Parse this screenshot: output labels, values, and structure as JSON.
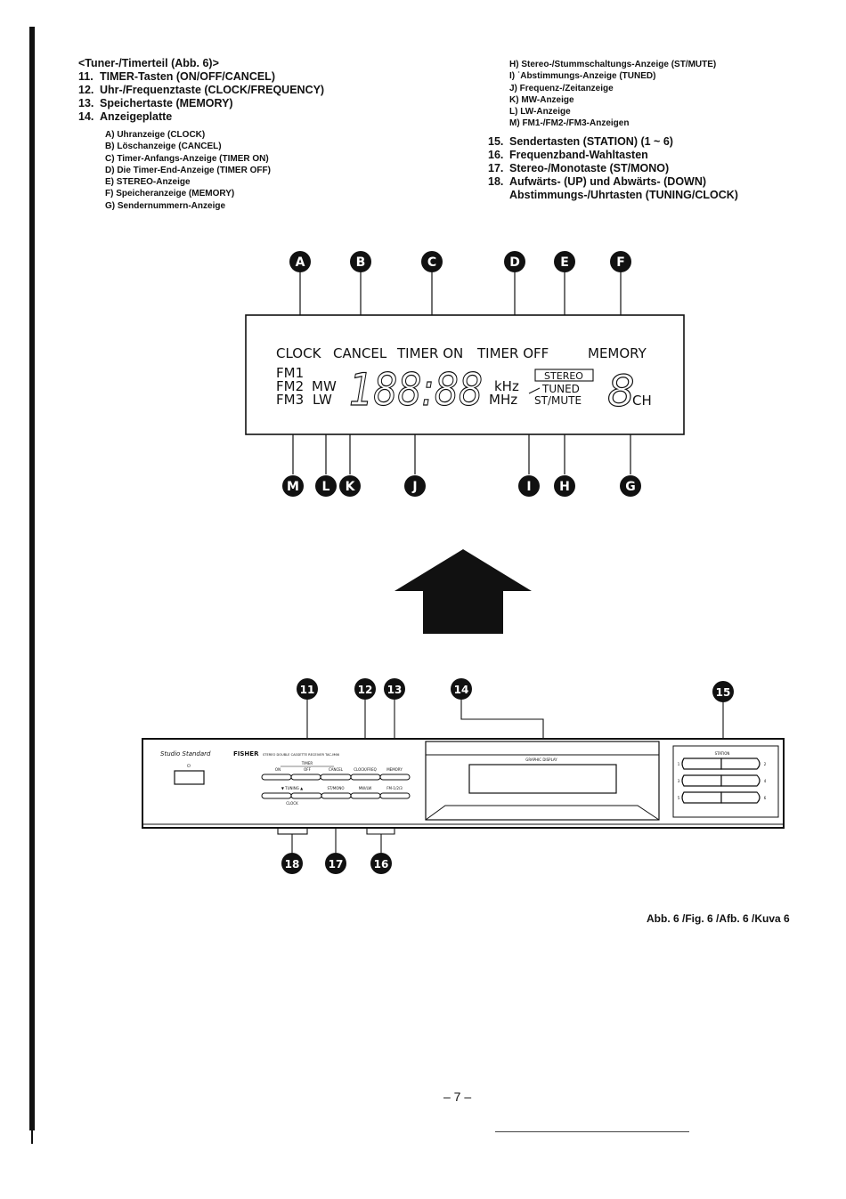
{
  "left": {
    "heading": "<Tuner-/Timerteil (Abb. 6)>",
    "items": [
      {
        "num": "11.",
        "text": "TIMER-Tasten (ON/OFF/CANCEL)"
      },
      {
        "num": "12.",
        "text": "Uhr-/Frequenztaste (CLOCK/FREQUENCY)"
      },
      {
        "num": "13.",
        "text": "Speichertaste (MEMORY)"
      },
      {
        "num": "14.",
        "text": "Anzeigeplatte"
      }
    ],
    "sub": [
      "A) Uhranzeige (CLOCK)",
      "B) Löschanzeige (CANCEL)",
      "C) Timer-Anfangs-Anzeige (TIMER ON)",
      "D) Die Timer-End-Anzeige (TIMER OFF)",
      "E) STEREO-Anzeige",
      "F) Speicheranzeige (MEMORY)",
      "G) Sendernummern-Anzeige"
    ]
  },
  "right": {
    "sub": [
      "H) Stereo-/Stummschaltungs-Anzeige (ST/MUTE)",
      "I) ˙Abstimmungs-Anzeige (TUNED)",
      "J) Frequenz-/Zeitanzeige",
      "K) MW-Anzeige",
      "L) LW-Anzeige",
      "M) FM1-/FM2-/FM3-Anzeigen"
    ],
    "items": [
      {
        "num": "15.",
        "text": "Sendertasten (STATION) (1 ~ 6)"
      },
      {
        "num": "16.",
        "text": "Frequenzband-Wahltasten"
      },
      {
        "num": "17.",
        "text": "Stereo-/Monotaste (ST/MONO)"
      },
      {
        "num": "18.",
        "text": "Aufwärts- (UP) und Abwärts- (DOWN)"
      }
    ],
    "item18_cont": "Abstimmungs-/Uhrtasten (TUNING/CLOCK)"
  },
  "display": {
    "top_labels": [
      "CLOCK",
      "CANCEL",
      "TIMER ON",
      "TIMER OFF",
      "MEMORY"
    ],
    "fm": [
      "FM1",
      "FM2",
      "FM3"
    ],
    "mw": "MW",
    "lw": "LW",
    "digits": "188:88",
    "khz": "kHz",
    "mhz": "MHz",
    "stereo": "STEREO",
    "tuned": "TUNED",
    "st_mute": "ST/MUTE",
    "ch_digit": "8",
    "ch": "CH"
  },
  "markers_top": [
    "A",
    "B",
    "C",
    "D",
    "E",
    "F"
  ],
  "markers_bottom": [
    "M",
    "L",
    "K",
    "J",
    "I",
    "H",
    "G"
  ],
  "panel": {
    "markers_top": [
      "11",
      "12",
      "13",
      "14",
      "15"
    ],
    "markers_bottom": [
      "18",
      "17",
      "16"
    ],
    "brand": "FISHER",
    "model_text": "STEREO DOUBLE CASSETTE RECEIVER TAC-M66",
    "timer_label": "TIMER",
    "on": "ON",
    "off": "OFF",
    "cancel": "CANCEL",
    "clock_freq": "CLOCK/FREQ",
    "memory": "MEMORY",
    "tuning": "▼ TUNING ▲",
    "st_mono": "ST/MONO",
    "mw_lw": "MW/LW",
    "fm": "FM-1/2/3",
    "clock": "CLOCK",
    "graphic_display": "GRAPHIC DISPLAY",
    "station": "STATION",
    "station_nums": [
      "1",
      "2",
      "3",
      "4",
      "5",
      "6"
    ]
  },
  "caption": "Abb. 6 /Fig. 6 /Afb. 6 /Kuva 6",
  "page_number": "– 7 –"
}
